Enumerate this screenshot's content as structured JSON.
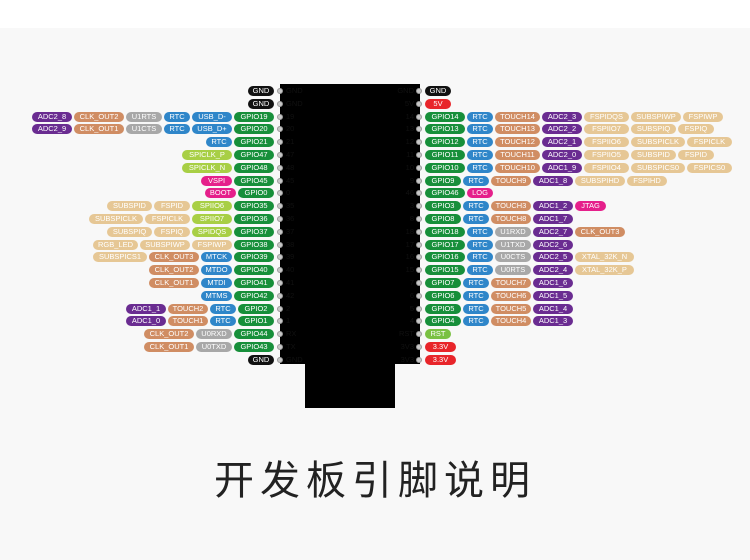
{
  "title": "开发板引脚说明",
  "colors": {
    "black": "#111111",
    "darkgreen": "#178f3a",
    "blue": "#2f86c9",
    "purple": "#6a2c91",
    "tan": "#d08d63",
    "gray": "#a8a8a8",
    "lightgreen": "#a8cf45",
    "beige": "#e6c795",
    "pink": "#e5208b",
    "red": "#e8252a",
    "brightgreen": "#7ac143"
  },
  "left_rows": [
    {
      "num": "GND",
      "labels": [
        {
          "text": "GND",
          "color": "black"
        }
      ]
    },
    {
      "num": "GND",
      "labels": [
        {
          "text": "GND",
          "color": "black"
        }
      ]
    },
    {
      "num": "19",
      "labels": [
        {
          "text": "GPIO19",
          "color": "darkgreen"
        },
        {
          "text": "USB_D-",
          "color": "blue"
        },
        {
          "text": "RTC",
          "color": "blue"
        },
        {
          "text": "U1RTS",
          "color": "gray"
        },
        {
          "text": "CLK_OUT2",
          "color": "tan"
        },
        {
          "text": "ADC2_8",
          "color": "purple"
        }
      ]
    },
    {
      "num": "20",
      "labels": [
        {
          "text": "GPIO20",
          "color": "darkgreen"
        },
        {
          "text": "USB_D+",
          "color": "blue"
        },
        {
          "text": "RTC",
          "color": "blue"
        },
        {
          "text": "U1CTS",
          "color": "gray"
        },
        {
          "text": "CLK_OUT1",
          "color": "tan"
        },
        {
          "text": "ADC2_9",
          "color": "purple"
        }
      ]
    },
    {
      "num": "21",
      "labels": [
        {
          "text": "GPIO21",
          "color": "darkgreen"
        },
        {
          "text": "RTC",
          "color": "blue"
        }
      ]
    },
    {
      "num": "47",
      "labels": [
        {
          "text": "GPIO47",
          "color": "darkgreen"
        },
        {
          "text": "SPICLK_P",
          "color": "lightgreen"
        }
      ]
    },
    {
      "num": "48",
      "labels": [
        {
          "text": "GPIO48",
          "color": "darkgreen"
        },
        {
          "text": "SPICLK_N",
          "color": "lightgreen"
        }
      ]
    },
    {
      "num": "45",
      "labels": [
        {
          "text": "GPIO45",
          "color": "darkgreen"
        },
        {
          "text": "VSPI",
          "color": "pink"
        }
      ]
    },
    {
      "num": "0",
      "labels": [
        {
          "text": "GPIO0",
          "color": "darkgreen"
        },
        {
          "text": "BOOT",
          "color": "pink"
        }
      ]
    },
    {
      "num": "35",
      "labels": [
        {
          "text": "GPIO35",
          "color": "darkgreen"
        },
        {
          "text": "SPIIO6",
          "color": "lightgreen"
        },
        {
          "text": "FSPID",
          "color": "beige"
        },
        {
          "text": "SUBSPID",
          "color": "beige"
        }
      ]
    },
    {
      "num": "36",
      "labels": [
        {
          "text": "GPIO36",
          "color": "darkgreen"
        },
        {
          "text": "SPIIO7",
          "color": "lightgreen"
        },
        {
          "text": "FSPICLK",
          "color": "beige"
        },
        {
          "text": "SUBSPICLK",
          "color": "beige"
        }
      ]
    },
    {
      "num": "37",
      "labels": [
        {
          "text": "GPIO37",
          "color": "darkgreen"
        },
        {
          "text": "SPIDQS",
          "color": "lightgreen"
        },
        {
          "text": "FSPIQ",
          "color": "beige"
        },
        {
          "text": "SUBSPIQ",
          "color": "beige"
        }
      ]
    },
    {
      "num": "38",
      "labels": [
        {
          "text": "GPIO38",
          "color": "darkgreen"
        },
        {
          "text": "FSPIWP",
          "color": "beige"
        },
        {
          "text": "SUBSPIWP",
          "color": "beige"
        },
        {
          "text": "RGB_LED",
          "color": "beige"
        }
      ]
    },
    {
      "num": "39",
      "labels": [
        {
          "text": "GPIO39",
          "color": "darkgreen"
        },
        {
          "text": "MTCK",
          "color": "blue"
        },
        {
          "text": "CLK_OUT3",
          "color": "tan"
        },
        {
          "text": "SUBSPICS1",
          "color": "beige"
        }
      ]
    },
    {
      "num": "40",
      "labels": [
        {
          "text": "GPIO40",
          "color": "darkgreen"
        },
        {
          "text": "MTDO",
          "color": "blue"
        },
        {
          "text": "CLK_OUT2",
          "color": "tan"
        }
      ]
    },
    {
      "num": "41",
      "labels": [
        {
          "text": "GPIO41",
          "color": "darkgreen"
        },
        {
          "text": "MTDI",
          "color": "blue"
        },
        {
          "text": "CLK_OUT1",
          "color": "tan"
        }
      ]
    },
    {
      "num": "42",
      "labels": [
        {
          "text": "GPIO42",
          "color": "darkgreen"
        },
        {
          "text": "MTMS",
          "color": "blue"
        }
      ]
    },
    {
      "num": "2",
      "labels": [
        {
          "text": "GPIO2",
          "color": "darkgreen"
        },
        {
          "text": "RTC",
          "color": "blue"
        },
        {
          "text": "TOUCH2",
          "color": "tan"
        },
        {
          "text": "ADC1_1",
          "color": "purple"
        }
      ]
    },
    {
      "num": "1",
      "labels": [
        {
          "text": "GPIO1",
          "color": "darkgreen"
        },
        {
          "text": "RTC",
          "color": "blue"
        },
        {
          "text": "TOUCH1",
          "color": "tan"
        },
        {
          "text": "ADC1_0",
          "color": "purple"
        }
      ]
    },
    {
      "num": "RX",
      "labels": [
        {
          "text": "GPIO44",
          "color": "darkgreen"
        },
        {
          "text": "U0RXD",
          "color": "gray"
        },
        {
          "text": "CLK_OUT2",
          "color": "tan"
        }
      ]
    },
    {
      "num": "TX",
      "labels": [
        {
          "text": "GPIO43",
          "color": "darkgreen"
        },
        {
          "text": "U0TXD",
          "color": "gray"
        },
        {
          "text": "CLK_OUT1",
          "color": "tan"
        }
      ]
    },
    {
      "num": "GND",
      "labels": [
        {
          "text": "GND",
          "color": "black"
        }
      ]
    }
  ],
  "right_rows": [
    {
      "num": "GND",
      "labels": [
        {
          "text": "GND",
          "color": "black"
        }
      ]
    },
    {
      "num": "5V",
      "labels": [
        {
          "text": "5V",
          "color": "red"
        }
      ]
    },
    {
      "num": "14",
      "labels": [
        {
          "text": "GPIO14",
          "color": "darkgreen"
        },
        {
          "text": "RTC",
          "color": "blue"
        },
        {
          "text": "TOUCH14",
          "color": "tan"
        },
        {
          "text": "ADC2_3",
          "color": "purple"
        },
        {
          "text": "FSPIDQS",
          "color": "beige"
        },
        {
          "text": "SUBSPIWP",
          "color": "beige"
        },
        {
          "text": "FSPIWP",
          "color": "beige"
        }
      ]
    },
    {
      "num": "13",
      "labels": [
        {
          "text": "GPIO13",
          "color": "darkgreen"
        },
        {
          "text": "RTC",
          "color": "blue"
        },
        {
          "text": "TOUCH13",
          "color": "tan"
        },
        {
          "text": "ADC2_2",
          "color": "purple"
        },
        {
          "text": "FSPIIO7",
          "color": "beige"
        },
        {
          "text": "SUBSPIQ",
          "color": "beige"
        },
        {
          "text": "FSPIQ",
          "color": "beige"
        }
      ]
    },
    {
      "num": "12",
      "labels": [
        {
          "text": "GPIO12",
          "color": "darkgreen"
        },
        {
          "text": "RTC",
          "color": "blue"
        },
        {
          "text": "TOUCH12",
          "color": "tan"
        },
        {
          "text": "ADC2_1",
          "color": "purple"
        },
        {
          "text": "FSPIIO6",
          "color": "beige"
        },
        {
          "text": "SUBSPICLK",
          "color": "beige"
        },
        {
          "text": "FSPICLK",
          "color": "beige"
        }
      ]
    },
    {
      "num": "11",
      "labels": [
        {
          "text": "GPIO11",
          "color": "darkgreen"
        },
        {
          "text": "RTC",
          "color": "blue"
        },
        {
          "text": "TOUCH11",
          "color": "tan"
        },
        {
          "text": "ADC2_0",
          "color": "purple"
        },
        {
          "text": "FSPIIO5",
          "color": "beige"
        },
        {
          "text": "SUBSPID",
          "color": "beige"
        },
        {
          "text": "FSPID",
          "color": "beige"
        }
      ]
    },
    {
      "num": "10",
      "labels": [
        {
          "text": "GPIO10",
          "color": "darkgreen"
        },
        {
          "text": "RTC",
          "color": "blue"
        },
        {
          "text": "TOUCH10",
          "color": "tan"
        },
        {
          "text": "ADC1_9",
          "color": "purple"
        },
        {
          "text": "FSPIIO4",
          "color": "beige"
        },
        {
          "text": "SUBSPICS0",
          "color": "beige"
        },
        {
          "text": "FSPICS0",
          "color": "beige"
        }
      ]
    },
    {
      "num": "9",
      "labels": [
        {
          "text": "GPIO9",
          "color": "darkgreen"
        },
        {
          "text": "RTC",
          "color": "blue"
        },
        {
          "text": "TOUCH9",
          "color": "tan"
        },
        {
          "text": "ADC1_8",
          "color": "purple"
        },
        {
          "text": "SUBSPIHD",
          "color": "beige"
        },
        {
          "text": "FSPIHD",
          "color": "beige"
        }
      ]
    },
    {
      "num": "46",
      "labels": [
        {
          "text": "GPIO46",
          "color": "darkgreen"
        },
        {
          "text": "LOG",
          "color": "pink"
        }
      ]
    },
    {
      "num": "3",
      "labels": [
        {
          "text": "GPIO3",
          "color": "darkgreen"
        },
        {
          "text": "RTC",
          "color": "blue"
        },
        {
          "text": "TOUCH3",
          "color": "tan"
        },
        {
          "text": "ADC1_2",
          "color": "purple"
        },
        {
          "text": "JTAG",
          "color": "pink"
        }
      ]
    },
    {
      "num": "8",
      "labels": [
        {
          "text": "GPIO8",
          "color": "darkgreen"
        },
        {
          "text": "RTC",
          "color": "blue"
        },
        {
          "text": "TOUCH8",
          "color": "tan"
        },
        {
          "text": "ADC1_7",
          "color": "purple"
        }
      ]
    },
    {
      "num": "18",
      "labels": [
        {
          "text": "GPIO18",
          "color": "darkgreen"
        },
        {
          "text": "RTC",
          "color": "blue"
        },
        {
          "text": "U1RXD",
          "color": "gray"
        },
        {
          "text": "ADC2_7",
          "color": "purple"
        },
        {
          "text": "CLK_OUT3",
          "color": "tan"
        }
      ]
    },
    {
      "num": "17",
      "labels": [
        {
          "text": "GPIO17",
          "color": "darkgreen"
        },
        {
          "text": "RTC",
          "color": "blue"
        },
        {
          "text": "U1TXD",
          "color": "gray"
        },
        {
          "text": "ADC2_6",
          "color": "purple"
        }
      ]
    },
    {
      "num": "16",
      "labels": [
        {
          "text": "GPIO16",
          "color": "darkgreen"
        },
        {
          "text": "RTC",
          "color": "blue"
        },
        {
          "text": "U0CTS",
          "color": "gray"
        },
        {
          "text": "ADC2_5",
          "color": "purple"
        },
        {
          "text": "XTAL_32K_N",
          "color": "beige"
        }
      ]
    },
    {
      "num": "15",
      "labels": [
        {
          "text": "GPIO15",
          "color": "darkgreen"
        },
        {
          "text": "RTC",
          "color": "blue"
        },
        {
          "text": "U0RTS",
          "color": "gray"
        },
        {
          "text": "ADC2_4",
          "color": "purple"
        },
        {
          "text": "XTAL_32K_P",
          "color": "beige"
        }
      ]
    },
    {
      "num": "7",
      "labels": [
        {
          "text": "GPIO7",
          "color": "darkgreen"
        },
        {
          "text": "RTC",
          "color": "blue"
        },
        {
          "text": "TOUCH7",
          "color": "tan"
        },
        {
          "text": "ADC1_6",
          "color": "purple"
        }
      ]
    },
    {
      "num": "6",
      "labels": [
        {
          "text": "GPIO6",
          "color": "darkgreen"
        },
        {
          "text": "RTC",
          "color": "blue"
        },
        {
          "text": "TOUCH6",
          "color": "tan"
        },
        {
          "text": "ADC1_5",
          "color": "purple"
        }
      ]
    },
    {
      "num": "5",
      "labels": [
        {
          "text": "GPIO5",
          "color": "darkgreen"
        },
        {
          "text": "RTC",
          "color": "blue"
        },
        {
          "text": "TOUCH5",
          "color": "tan"
        },
        {
          "text": "ADC1_4",
          "color": "purple"
        }
      ]
    },
    {
      "num": "4",
      "labels": [
        {
          "text": "GPIO4",
          "color": "darkgreen"
        },
        {
          "text": "RTC",
          "color": "blue"
        },
        {
          "text": "TOUCH4",
          "color": "tan"
        },
        {
          "text": "ADC1_3",
          "color": "purple"
        }
      ]
    },
    {
      "num": "RST",
      "labels": [
        {
          "text": "RST",
          "color": "brightgreen"
        }
      ]
    },
    {
      "num": "3V3",
      "labels": [
        {
          "text": "3.3V",
          "color": "red"
        }
      ]
    },
    {
      "num": "3V3",
      "labels": [
        {
          "text": "3.3V",
          "color": "red"
        }
      ]
    }
  ]
}
